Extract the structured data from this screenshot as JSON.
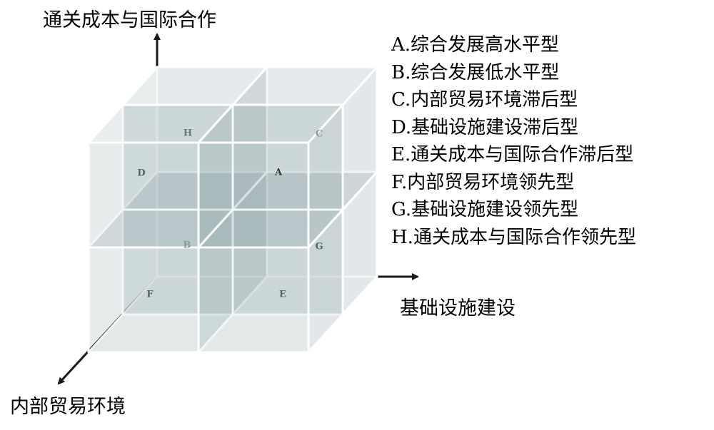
{
  "axes": {
    "vertical": "通关成本与国际合作",
    "horizontal": "基础设施建设",
    "depth": "内部贸易环境"
  },
  "cell_labels": [
    "A",
    "B",
    "C",
    "D",
    "E",
    "F",
    "G",
    "H"
  ],
  "legend": [
    "A.综合发展高水平型",
    "B.综合发展低水平型",
    "C.内部贸易环境滞后型",
    "D.基础设施建设滞后型",
    "E.通关成本与国际合作滞后型",
    "F.内部贸易环境领先型",
    "G.基础设施建设领先型",
    "H.通关成本与国际合作领先型"
  ],
  "colors": {
    "cube_fill": "#5a7a80",
    "edge": "#ffffff",
    "axis": "#1a1a1a"
  }
}
